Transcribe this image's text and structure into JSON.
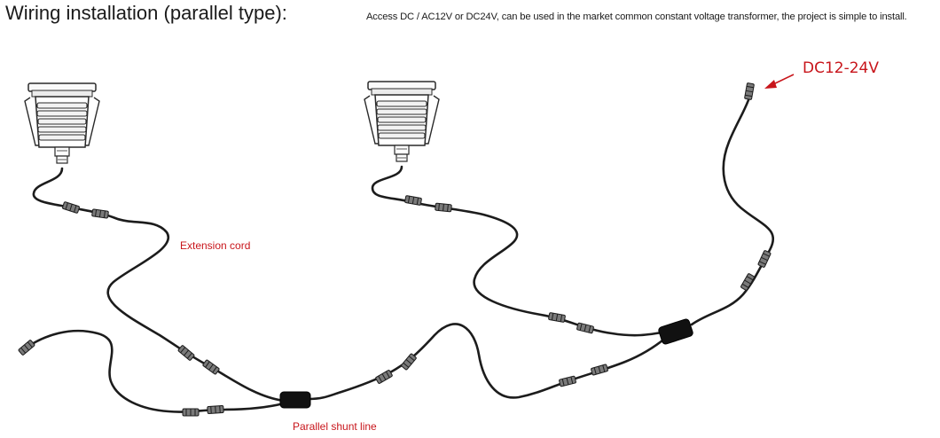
{
  "title": "Wiring installation (parallel type):",
  "description": "Access DC / AC12V or DC24V, can be used in the market common constant voltage transformer, the project is simple to install.",
  "labels": {
    "extension_cord": "Extension cord",
    "parallel_shunt_line": "Parallel shunt line",
    "power_input": "DC12-24V"
  },
  "colors": {
    "label_red": "#c8151b",
    "cable": "#1c1c1c",
    "connector": "#555555",
    "fixture_outline": "#2a2a2a"
  },
  "icons": {
    "fixture": "downlight-fixture-icon",
    "connector": "cable-connector-icon",
    "splitter": "splitter-box-icon",
    "arrow": "arrow-icon"
  }
}
